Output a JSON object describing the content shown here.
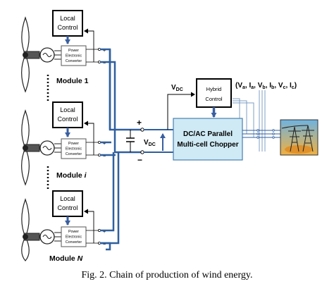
{
  "modules": [
    {
      "control_line1": "Local",
      "control_line2": "Control",
      "converter_line1": "Power",
      "converter_line2": "Electronic",
      "converter_line3": "Converter",
      "module_name": "Module ",
      "module_index": "1"
    },
    {
      "control_line1": "Local",
      "control_line2": "Control",
      "converter_line1": "Power",
      "converter_line2": "Electronic",
      "converter_line3": "Converter",
      "module_name": "Module ",
      "module_index": "i"
    },
    {
      "control_line1": "Local",
      "control_line2": "Control",
      "converter_line1": "Power",
      "converter_line2": "Electronic",
      "converter_line3": "Converter",
      "module_name": "Module ",
      "module_index": "N"
    }
  ],
  "dc_link": {
    "plus": "+",
    "minus": "−",
    "vdc_label": "V",
    "vdc_sub": "DC"
  },
  "hybrid_control": {
    "line1": "Hybrid",
    "line2": "Control",
    "vdc_label": "V",
    "vdc_sub": "DC"
  },
  "chopper": {
    "line1": "DC/AC Parallel",
    "line2": "Multi-cell Chopper"
  },
  "measurements": [
    {
      "sym": "V",
      "sub": "a"
    },
    {
      "sym": "I",
      "sub": "a"
    },
    {
      "sym": "V",
      "sub": "b"
    },
    {
      "sym": "I",
      "sub": "b"
    },
    {
      "sym": "V",
      "sub": "c"
    },
    {
      "sym": "I",
      "sub": "c"
    }
  ],
  "caption": "Fig. 2. Chain of production of wind energy.",
  "colors": {
    "control_arrow": "#3a5fa0",
    "dc_bus": "#2f5f9e",
    "chopper_fill": "#cfeaf5",
    "chopper_border": "#4a7fb0",
    "signal_line": "#7f9fc5"
  },
  "icons": {
    "wind_turbine": "wind-turbine-icon",
    "generator": "generator-icon",
    "grid": "power-grid-icon"
  }
}
